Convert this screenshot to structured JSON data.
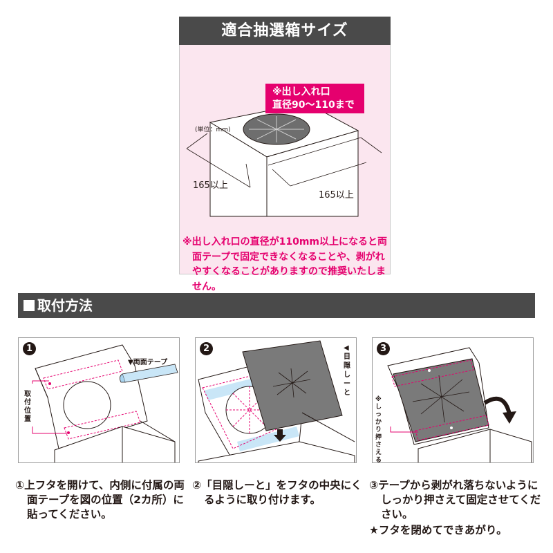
{
  "size_card": {
    "title": "適合抽選箱サイズ",
    "callout_line1": "※出し入れ口",
    "callout_line2": "直径90〜110まで",
    "unit_label": "(単位：mm)",
    "dim_left": "165以上",
    "dim_right": "165以上",
    "note": "※出し入れ口の直径が110mm以上になると両面テープで固定できなくなることや、剥がれやすくなることがありますので推奨いたしません。"
  },
  "section": {
    "title": "取付方法"
  },
  "steps": [
    {
      "number": "1",
      "tape_label": "▼両面テープ",
      "position_label": "取付位置",
      "caption": "①上フタを開けて、内側に付属の両面テープを図の位置（2カ所）に貼ってください。"
    },
    {
      "number": "2",
      "sheet_label": "◀目隠しーと",
      "caption": "②「目隠しーと」をフタの中央にくるように取り付けます。"
    },
    {
      "number": "3",
      "press_label": "※しっかり押さえる",
      "caption": "③テープから剥がれ落ちないようにしっかり押さえて固定させてください。",
      "caption_extra": "★フタを閉めてできあがり。"
    }
  ],
  "colors": {
    "accent": "#e5006e",
    "header_bg": "#4a4a4a",
    "card_bg": "#fbe6ef",
    "tape_blue": "#c9e6f7"
  }
}
